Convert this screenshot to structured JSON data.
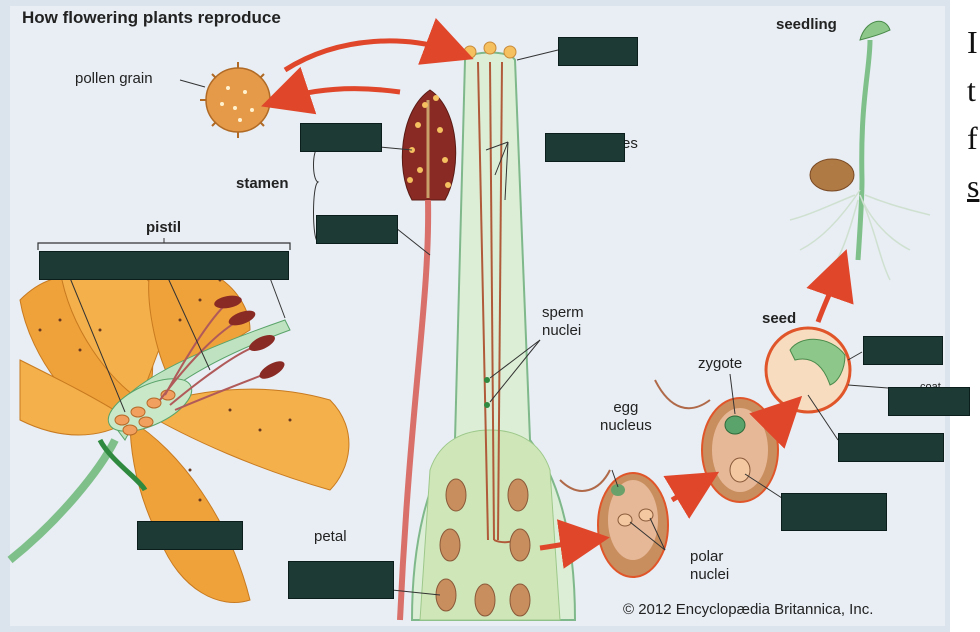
{
  "title": "How flowering plants reproduce",
  "labels": {
    "pollen_grain": "pollen grain",
    "stamen": "stamen",
    "pistil": "pistil",
    "pollen_tubes_partial": "es",
    "sperm_nuclei": "sperm\nnuclei",
    "egg_nucleus": "egg\nnucleus",
    "zygote": "zygote",
    "polar_nuclei": "polar\nnuclei",
    "seed": "seed",
    "seedling": "seedling",
    "petal": "petal",
    "seed_coat_partial": "coat"
  },
  "copyright": "© 2012 Encyclopædia Britannica, Inc.",
  "side_text": [
    "I",
    "t",
    "f",
    "s"
  ],
  "colors": {
    "label_box": "#1d3a35",
    "arrow": "#e0462a",
    "petal": "#f0a23a",
    "ovule": "#c98e5e",
    "stem": "#7fc08a"
  }
}
